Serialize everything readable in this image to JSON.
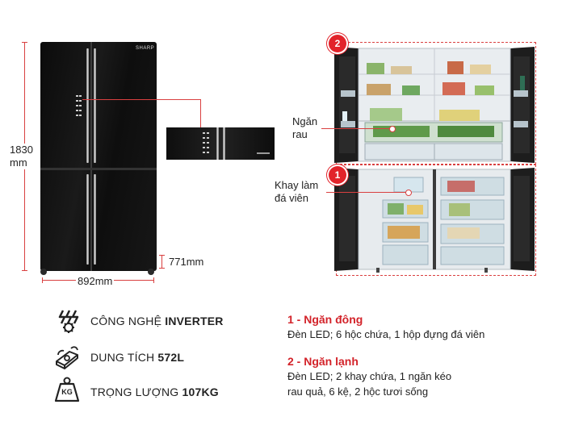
{
  "dimensions": {
    "height_value": "1830",
    "height_unit": "mm",
    "width_label": "892mm",
    "depth_label": "771mm"
  },
  "brand_mark": "SHARP",
  "callouts": {
    "badge_freezer": "1",
    "badge_fridge": "2",
    "veg_drawer": [
      "Ngăn",
      "rau"
    ],
    "ice_tray": [
      "Khay làm",
      "đá viên"
    ]
  },
  "features": [
    {
      "icon": "inverter-icon",
      "prefix": "CÔNG NGHỆ ",
      "value": "INVERTER"
    },
    {
      "icon": "capacity-icon",
      "prefix": "DUNG TÍCH ",
      "value": "572L"
    },
    {
      "icon": "weight-icon",
      "prefix": "TRỌNG LƯỢNG ",
      "value": "107KG"
    }
  ],
  "weight_icon_text": "KG",
  "sections": [
    {
      "title": "1 - Ngăn đông",
      "lines": [
        "Đèn LED; 6 hộc chứa, 1 hộp đựng đá viên"
      ]
    },
    {
      "title": "2 - Ngăn lạnh",
      "lines": [
        "Đèn LED; 2 khay chứa, 1 ngăn kéo",
        "rau quả, 6 kệ, 2 hộc tươi sống"
      ]
    }
  ],
  "colors": {
    "accent": "#d3232a",
    "badge": "#e2232a",
    "line": "#d94040"
  }
}
